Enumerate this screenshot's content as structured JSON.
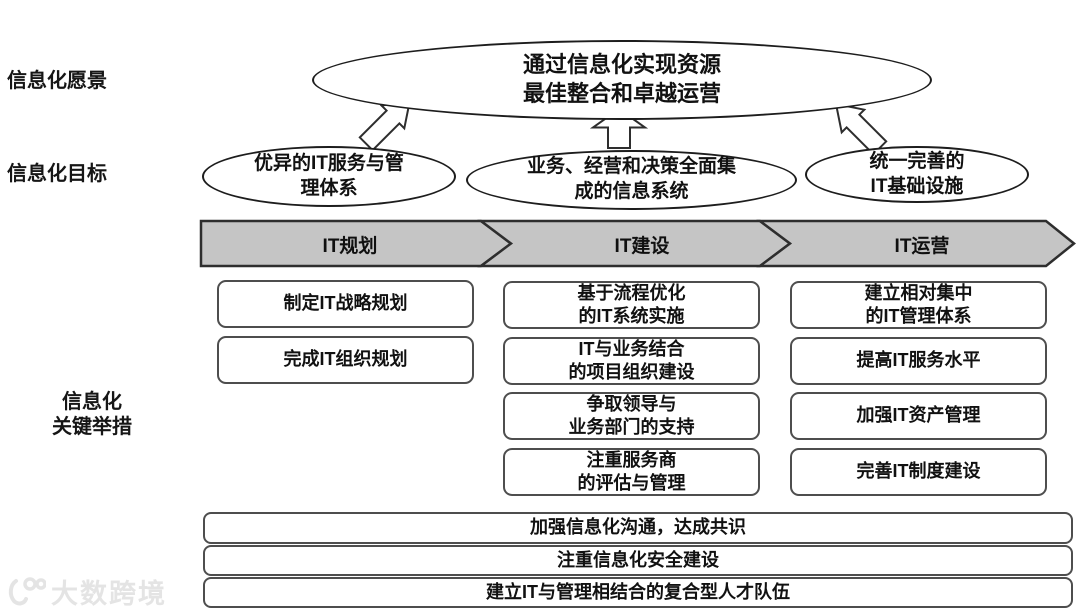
{
  "row_labels": {
    "vision": "信息化愿景",
    "goal": "信息化目标",
    "measures": "信息化\n关键举措"
  },
  "vision_ellipse": "通过信息化实现资源\n最佳整合和卓越运营",
  "goal_ellipses": [
    "优异的IT服务与管\n理体系",
    "业务、经营和决策全面集\n成的信息系统",
    "统一完善的\nIT基础设施"
  ],
  "phases": [
    "IT规划",
    "IT建设",
    "IT运营"
  ],
  "columns": [
    {
      "phase": "IT规划",
      "items": [
        "制定IT战略规划",
        "完成IT组织规划"
      ]
    },
    {
      "phase": "IT建设",
      "items": [
        "基于流程优化\n的IT系统实施",
        "IT与业务结合\n的项目组织建设",
        "争取领导与\n业务部门的支持",
        "注重服务商\n的评估与管理"
      ]
    },
    {
      "phase": "IT运营",
      "items": [
        "建立相对集中\n的IT管理体系",
        "提高IT服务水平",
        "加强IT资产管理",
        "完善IT制度建设"
      ]
    }
  ],
  "bottom_bars": [
    "加强信息化沟通，达成共识",
    "注重信息化安全建设",
    "建立IT与管理相结合的复合型人才队伍"
  ],
  "watermark": {
    "text": "大数跨境"
  },
  "colors": {
    "band_fill": "#c5c5c5",
    "band_stroke": "#2e2e2e",
    "box_border": "#4e4e4e",
    "ellipse_border": "#1d1d1d",
    "text": "#111111",
    "watermark": "#e4e4e4"
  }
}
